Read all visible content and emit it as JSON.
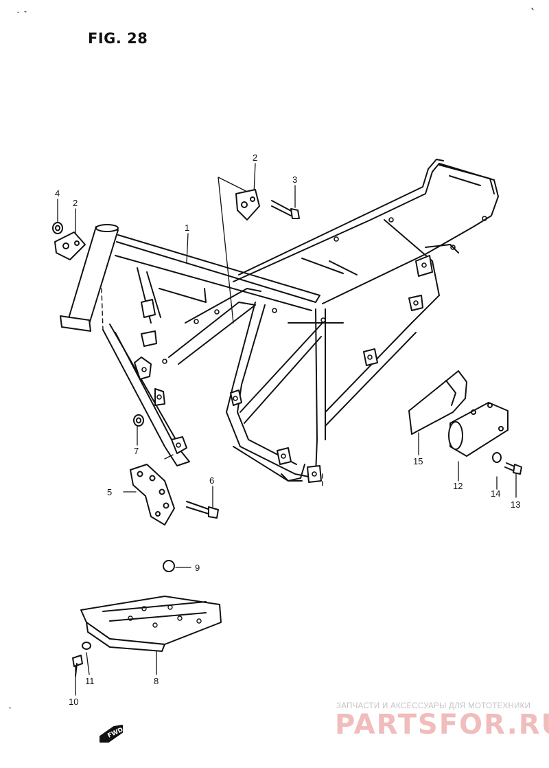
{
  "figure": {
    "title": "FIG. 28"
  },
  "callouts": {
    "frame": "1",
    "bracket_upper": "2",
    "bracket_left": "2",
    "bolt_upper": "3",
    "nut": "4",
    "footrest_bracket": "5",
    "bolt_footrest": "6",
    "nut_footrest": "7",
    "under_cover": "8",
    "grommet": "9",
    "screw_cover": "10",
    "washer_cover": "11",
    "muffler_cover": "12",
    "bolt_muffler": "13",
    "washer_muffler": "14",
    "heat_shield": "15"
  },
  "direction_marker": {
    "label": "FWD"
  },
  "watermark": {
    "subtitle": "ЗАПЧАСТИ И АКСЕССУАРЫ ДЛЯ МОТОТЕХНИКИ",
    "logo": "PARTSFOR.RU"
  },
  "colors": {
    "ink": "#111111",
    "watermark_text": "#c4c4c4",
    "watermark_logo": "#f0bcbc"
  }
}
